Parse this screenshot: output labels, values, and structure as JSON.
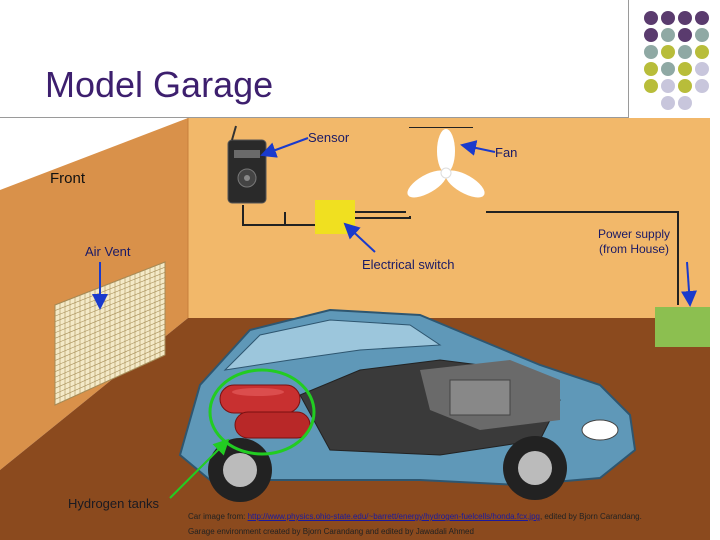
{
  "title": "Model Garage",
  "labels": {
    "sensor": "Sensor",
    "fan": "Fan",
    "front": "Front",
    "air_vent": "Air Vent",
    "electrical_switch": "Electrical switch",
    "power_supply_line1": "Power supply",
    "power_supply_line2": "(from House)",
    "hydrogen_tanks": "Hydrogen tanks"
  },
  "credits": {
    "line1_prefix": "Car image from: ",
    "line1_link": "http://www.physics.ohio-state.edu/~barrett/energy/hydrogen-fuelcells/honda.fcx.jpg",
    "line1_suffix": ", edited by Bjorn Carandang.",
    "line2": "Garage environment created by Bjorn Carandang and edited by Jawadali Ahmed"
  },
  "colors": {
    "title": "#3d1f6e",
    "wall_back": "#f2b86a",
    "wall_left": "#d9914a",
    "floor": "#8b4a1e",
    "switch": "#f0e020",
    "power_box": "#8cbf50",
    "car": "#6fa8c8",
    "tank": "#c83030",
    "highlight": "#22cc22",
    "arrow": "#1a3acc",
    "dot_purple": "#5a3b6e",
    "dot_teal": "#8fa9a4",
    "dot_olive": "#b8bd3a",
    "dot_lavender": "#c8c6dc"
  },
  "icons": {
    "sensor": "gas-sensor-icon",
    "fan": "fan-icon",
    "vent": "air-vent-grille"
  }
}
